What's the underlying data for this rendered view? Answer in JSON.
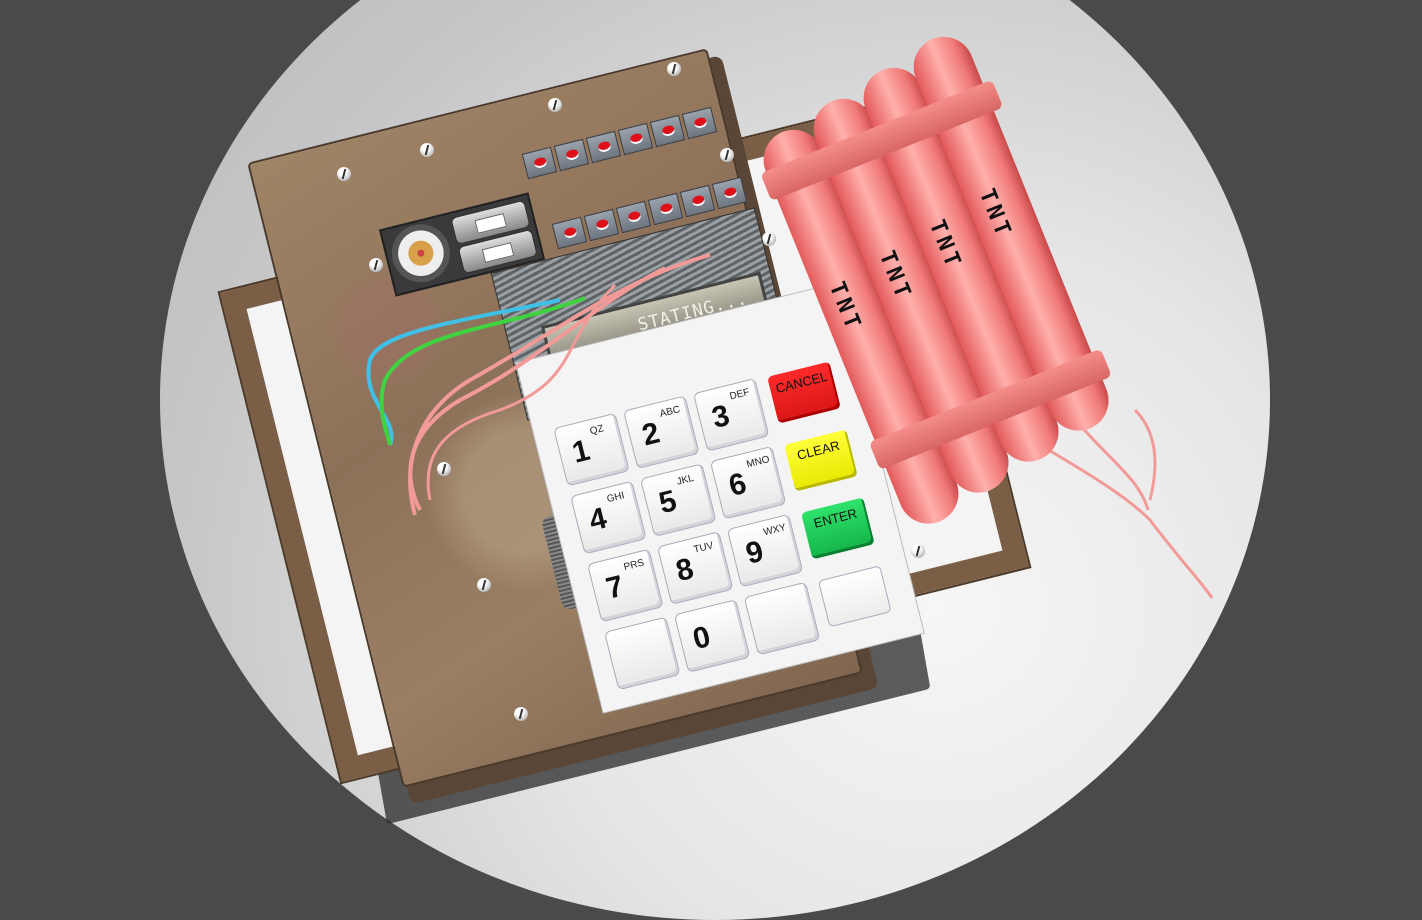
{
  "scene": {
    "type": "3d-render",
    "subject": "time bomb prop with keypad and dynamite",
    "colors": {
      "background": "#4a4a4a",
      "spotlight": "#e6e6e6",
      "case_wood": "#8c7159",
      "keypad_bg": "#f4f4f4",
      "cancel": "#ff2a2a",
      "clear": "#ffff3a",
      "enter": "#2ee26a",
      "dynamite": "#f07a78",
      "wire_pink": "#f29a98",
      "wire_green": "#3fd43f",
      "wire_blue": "#3fc0e6",
      "switch_led": "#e0101a"
    }
  },
  "display": {
    "text": "STATING..."
  },
  "keypad": {
    "keys": [
      {
        "num": "1",
        "sub": "QZ"
      },
      {
        "num": "2",
        "sub": "ABC"
      },
      {
        "num": "3",
        "sub": "DEF"
      },
      {
        "num": "4",
        "sub": "GHI"
      },
      {
        "num": "5",
        "sub": "JKL"
      },
      {
        "num": "6",
        "sub": "MNO"
      },
      {
        "num": "7",
        "sub": "PRS"
      },
      {
        "num": "8",
        "sub": "TUV"
      },
      {
        "num": "9",
        "sub": "WXY"
      },
      {
        "num": "",
        "sub": ""
      },
      {
        "num": "0",
        "sub": ""
      },
      {
        "num": "",
        "sub": ""
      }
    ],
    "function_keys": {
      "cancel": "CANCEL",
      "clear": "CLEAR",
      "enter": "ENTER",
      "blank": ""
    }
  },
  "switch_panel": {
    "count": 6
  },
  "dynamite": {
    "labels": [
      "TNT",
      "TNT",
      "TNT",
      "TNT"
    ]
  }
}
